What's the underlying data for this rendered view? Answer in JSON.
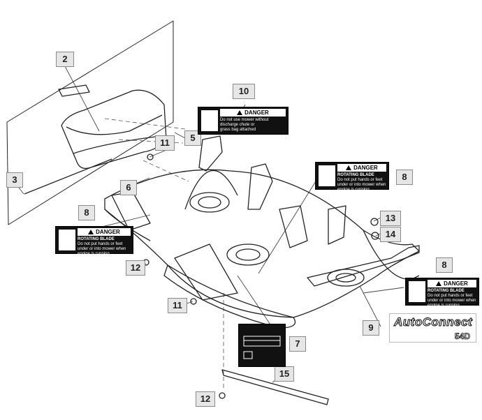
{
  "callouts": {
    "c1": "2",
    "c2": "10",
    "c3": "3",
    "c4": "11",
    "c5": "5",
    "c6": "6",
    "c7": "8",
    "c8": "8",
    "c9": "13",
    "c10": "14",
    "c11": "12",
    "c12": "8",
    "c13": "11",
    "c14": "9",
    "c15": "7",
    "c16": "15",
    "c17": "12"
  },
  "decals": {
    "d10": {
      "header": "DANGER",
      "lines": [
        "Do not use mower without",
        "discharge chute or",
        "grass bag attached"
      ]
    },
    "d8_top": {
      "header": "DANGER",
      "lines": [
        "ROTATING BLADE",
        "Do not put hands or feet",
        "under or into mower when",
        "engine is running"
      ]
    },
    "d8_left": {
      "header": "DANGER",
      "lines": [
        "ROTATING BLADE",
        "Do not put hands or feet",
        "under or into mower when",
        "engine is running"
      ]
    },
    "d8_right": {
      "header": "DANGER",
      "lines": [
        "ROTATING BLADE",
        "Do not put hands or feet",
        "under or into mower when",
        "engine is running"
      ]
    }
  },
  "brand": {
    "name": "AutoConnect",
    "size": "54D"
  }
}
